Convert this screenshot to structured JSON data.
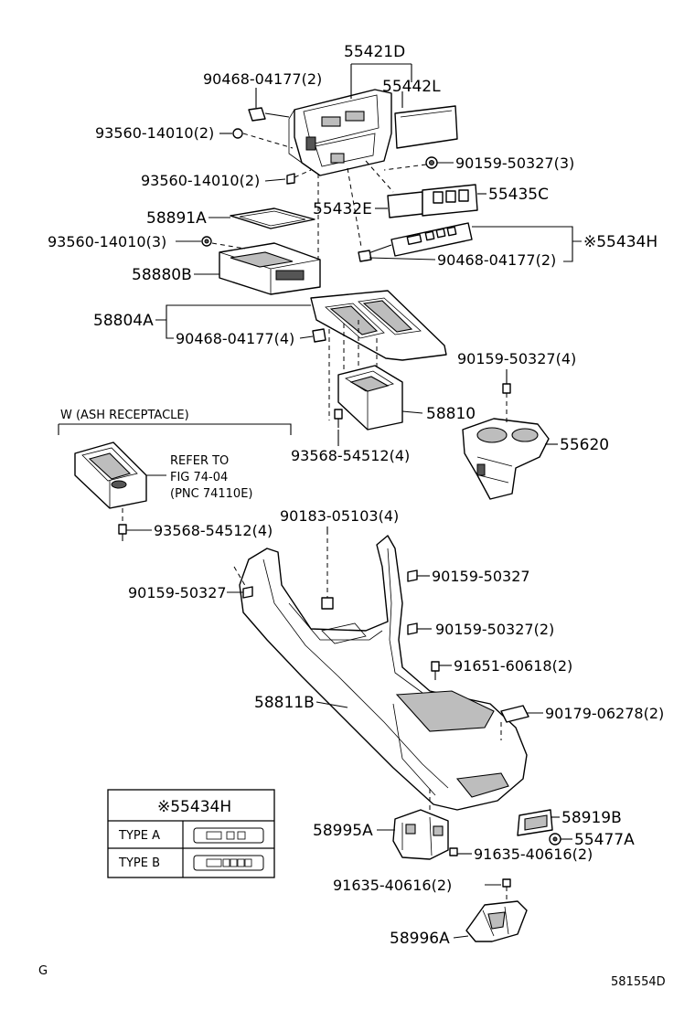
{
  "labels": {
    "p55421D": "55421D",
    "p55442L": "55442L",
    "p90468_04177_2_top": "90468-04177(2)",
    "p93560_14010_2_a": "93560-14010(2)",
    "p93560_14010_2_b": "93560-14010(2)",
    "p90159_50327_3": "90159-50327(3)",
    "p55435C": "55435C",
    "p55432E": "55432E",
    "p58891A": "58891A",
    "p93560_14010_3": "93560-14010(3)",
    "p55434H": "※55434H",
    "p90468_04177_2_mid": "90468-04177(2)",
    "p58880B": "58880B",
    "p58804A": "58804A",
    "p90468_04177_4": "90468-04177(4)",
    "p90159_50327_4": "90159-50327(4)",
    "p58810": "58810",
    "p55620": "55620",
    "p93568_54512_4_a": "93568-54512(4)",
    "ash_heading": "W (ASH RECEPTACLE)",
    "refer_1": "REFER TO",
    "refer_2": "FIG 74-04",
    "refer_3": "(PNC 74110E)",
    "p93568_54512_4_b": "93568-54512(4)",
    "p90183_05103_4": "90183-05103(4)",
    "p90159_50327_a": "90159-50327",
    "p90159_50327_b": "90159-50327",
    "p90159_50327_2": "90159-50327(2)",
    "p91651_60618_2": "91651-60618(2)",
    "p58811B": "58811B",
    "p90179_06278_2": "90179-06278(2)",
    "p58919B": "58919B",
    "p58995A": "58995A",
    "p55477A": "55477A",
    "p91635_40616_2_a": "91635-40616(2)",
    "p91635_40616_2_b": "91635-40616(2)",
    "p58996A": "58996A"
  },
  "type_table": {
    "header": "※55434H",
    "rows": [
      {
        "type": "TYPE A",
        "switch_count": 3
      },
      {
        "type": "TYPE B",
        "switch_count": 5
      }
    ]
  },
  "footer": {
    "left_code": "G",
    "figure_code": "581554D"
  }
}
